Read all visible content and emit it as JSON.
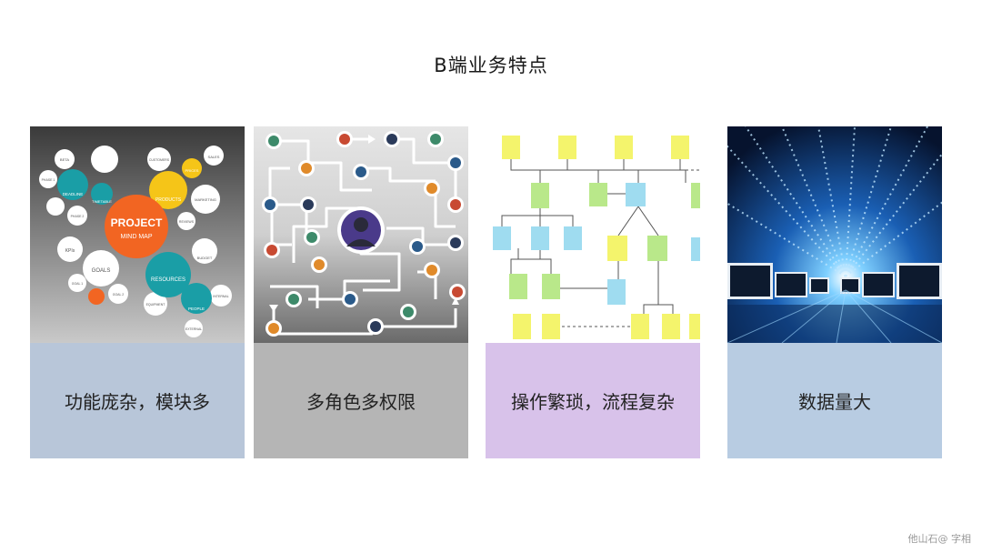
{
  "title": "B端业务特点",
  "cards": [
    {
      "caption": "功能庞杂，模块多",
      "image": "project-mind-map-illustration",
      "image_text": {
        "center": "PROJECT",
        "center_sub": "MIND MAP",
        "bubbles": [
          "DEADLINE",
          "TIMETABLE",
          "PRODUCTS",
          "RESOURCES",
          "GOALS",
          "KPIs",
          "BUDGET",
          "PEOPLE",
          "SALES",
          "PRICES",
          "MARKETING",
          "BETA",
          "PHASE 1",
          "PHASE 2",
          "GOAL 1",
          "GOAL 2",
          "EQUIPMENT",
          "INTERNAL",
          "EXTERNAL",
          "CUSTOMERS",
          "REVIEWS"
        ]
      }
    },
    {
      "caption": "多角色多权限",
      "image": "role-permission-network-illustration"
    },
    {
      "caption": "操作繁琐，流程复杂",
      "image": "sticky-note-flowchart-illustration"
    },
    {
      "caption": "数据量大",
      "image": "data-stream-monitors-illustration"
    }
  ],
  "watermark": "他山石@ 字相",
  "colors": {
    "caption_bg_1": "#b8c6d9",
    "caption_bg_2": "#b5b5b5",
    "caption_bg_3": "#d8c2ea",
    "caption_bg_4": "#b8cce2",
    "mind_map_orange": "#f26522",
    "mind_map_teal": "#1a9ea6",
    "mind_map_yellow": "#f5c518",
    "note_yellow": "#f4f46c",
    "note_green": "#b9e88a",
    "note_blue": "#9fdcf0"
  }
}
